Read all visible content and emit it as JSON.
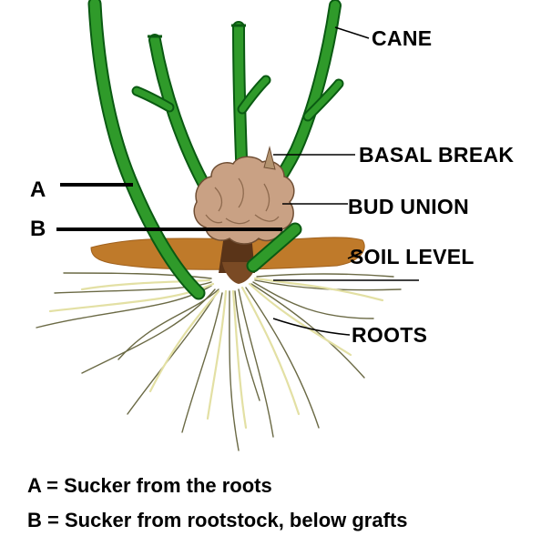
{
  "labels": {
    "cane": "CANE",
    "basal_break": "BASAL BREAK",
    "bud_union": "BUD UNION",
    "soil_level": "SOIL LEVEL",
    "roots": "ROOTS",
    "a": "A",
    "b": "B"
  },
  "legend": [
    "A = Sucker from the roots",
    "B = Sucker from rootstock, below grafts"
  ],
  "colors": {
    "cane_green": "#2f9a2a",
    "cane_outline": "#0a5a12",
    "bud_union": "#c9a184",
    "soil": "#bf7a2a",
    "roots": "#d9d79a"
  }
}
